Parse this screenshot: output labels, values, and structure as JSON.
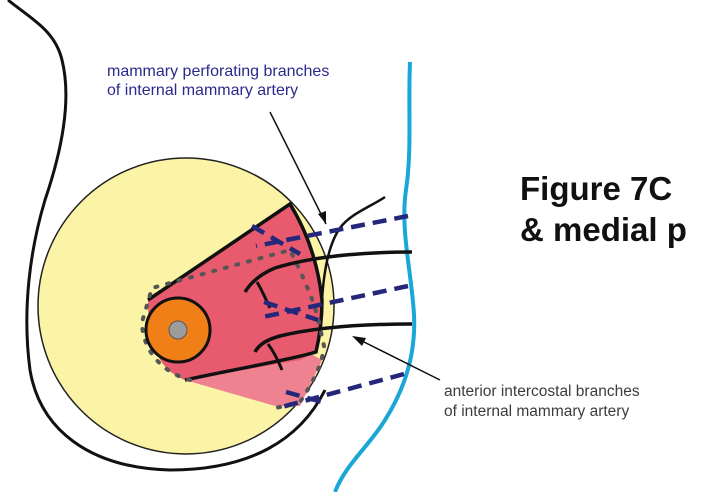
{
  "labels": {
    "top_line1": "mammary perforating branches",
    "top_line2": "of internal mammary artery",
    "bottom_line1": "anterior intercostal branches",
    "bottom_line2": "of internal mammary artery"
  },
  "title": {
    "line1": "Figure 7C",
    "line2": "& medial p"
  },
  "colors": {
    "blue_text": "#2b2a8c",
    "gray_text": "#3c3c3c",
    "breast_fill": "#fbf3a6",
    "flap_fill": "#e85a6e",
    "areola": "#f07f18",
    "nipple": "#9c9c9c",
    "midline": "#1aa7d8",
    "dashed_vessel": "#25287a"
  }
}
